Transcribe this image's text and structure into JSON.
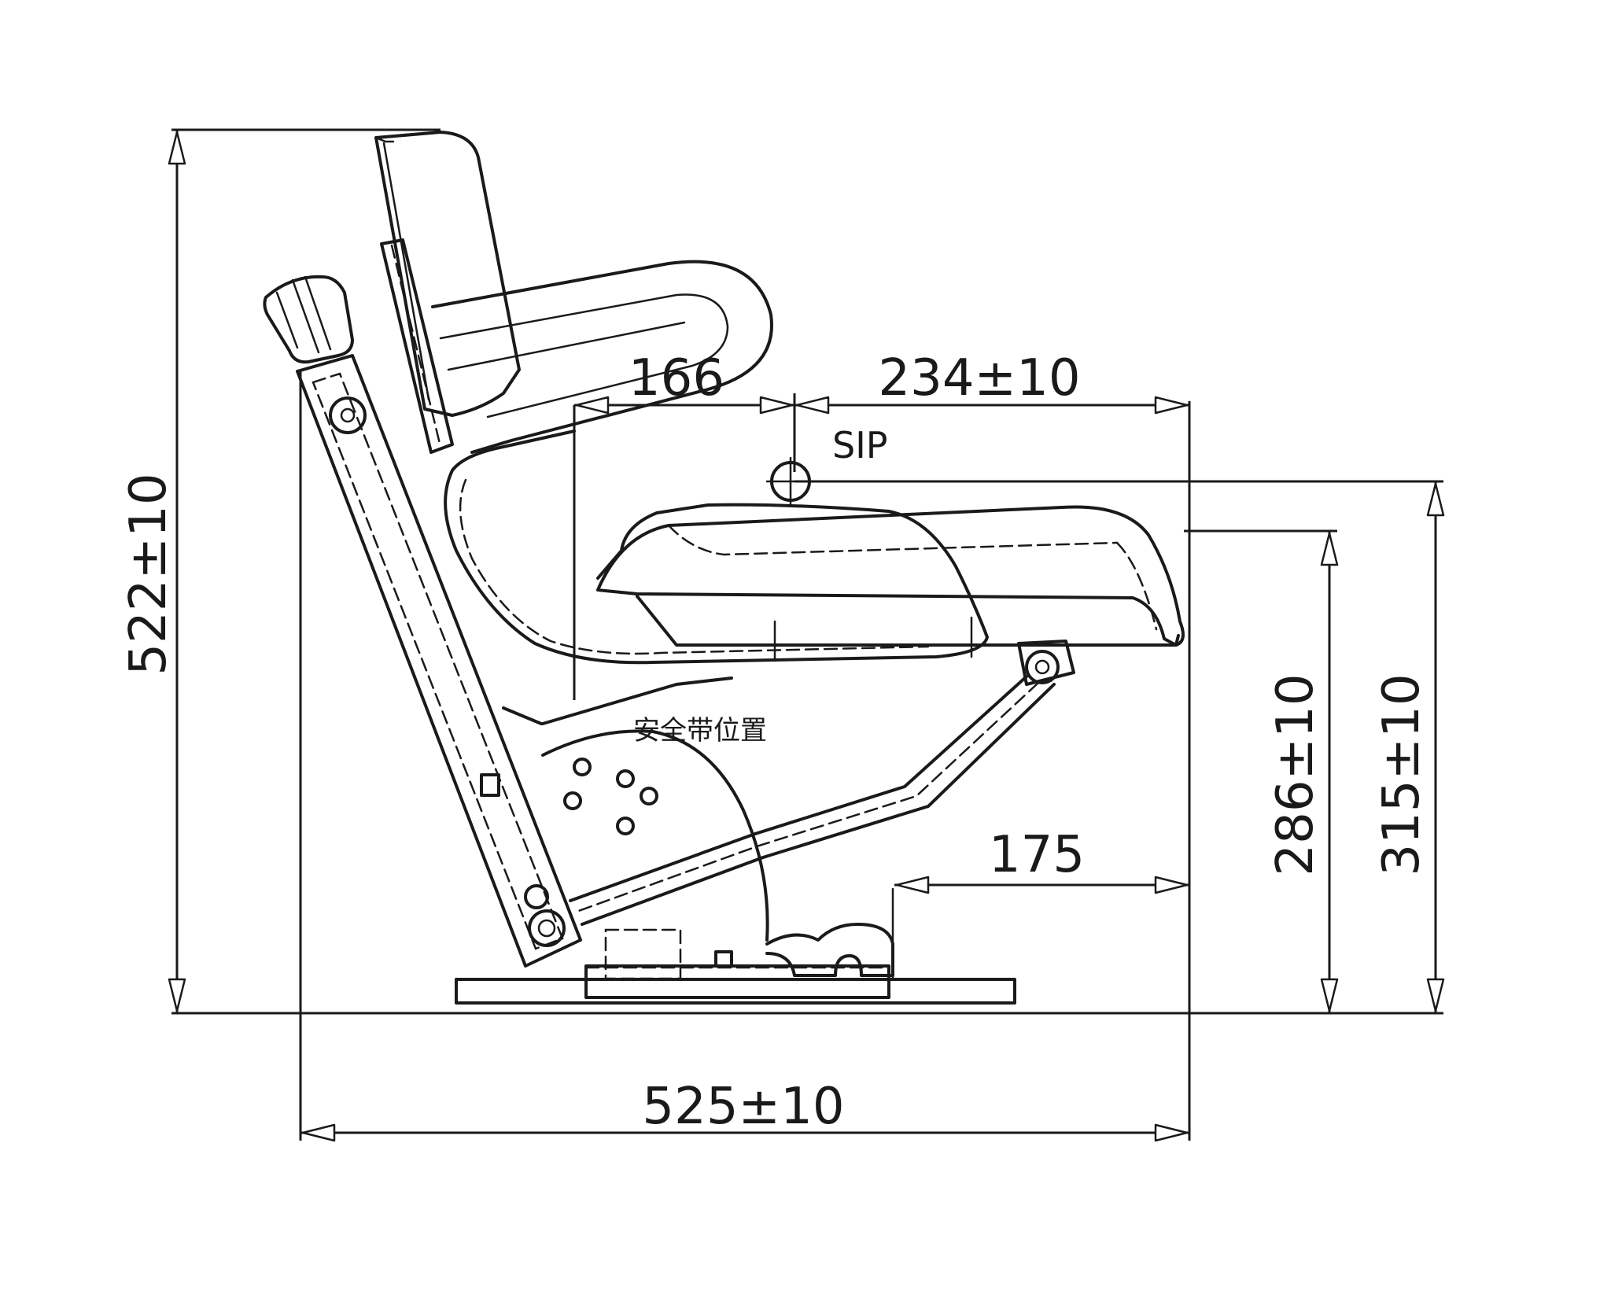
{
  "dimensions": {
    "overall_height": "522±10",
    "overall_length": "525±10",
    "sip_height": "315±10",
    "seat_height": "286±10",
    "sip_forward": "234±10",
    "belt_offset": "166",
    "base_offset": "175"
  },
  "labels": {
    "sip": "SIP",
    "seatbelt_position": "安全带位置"
  }
}
